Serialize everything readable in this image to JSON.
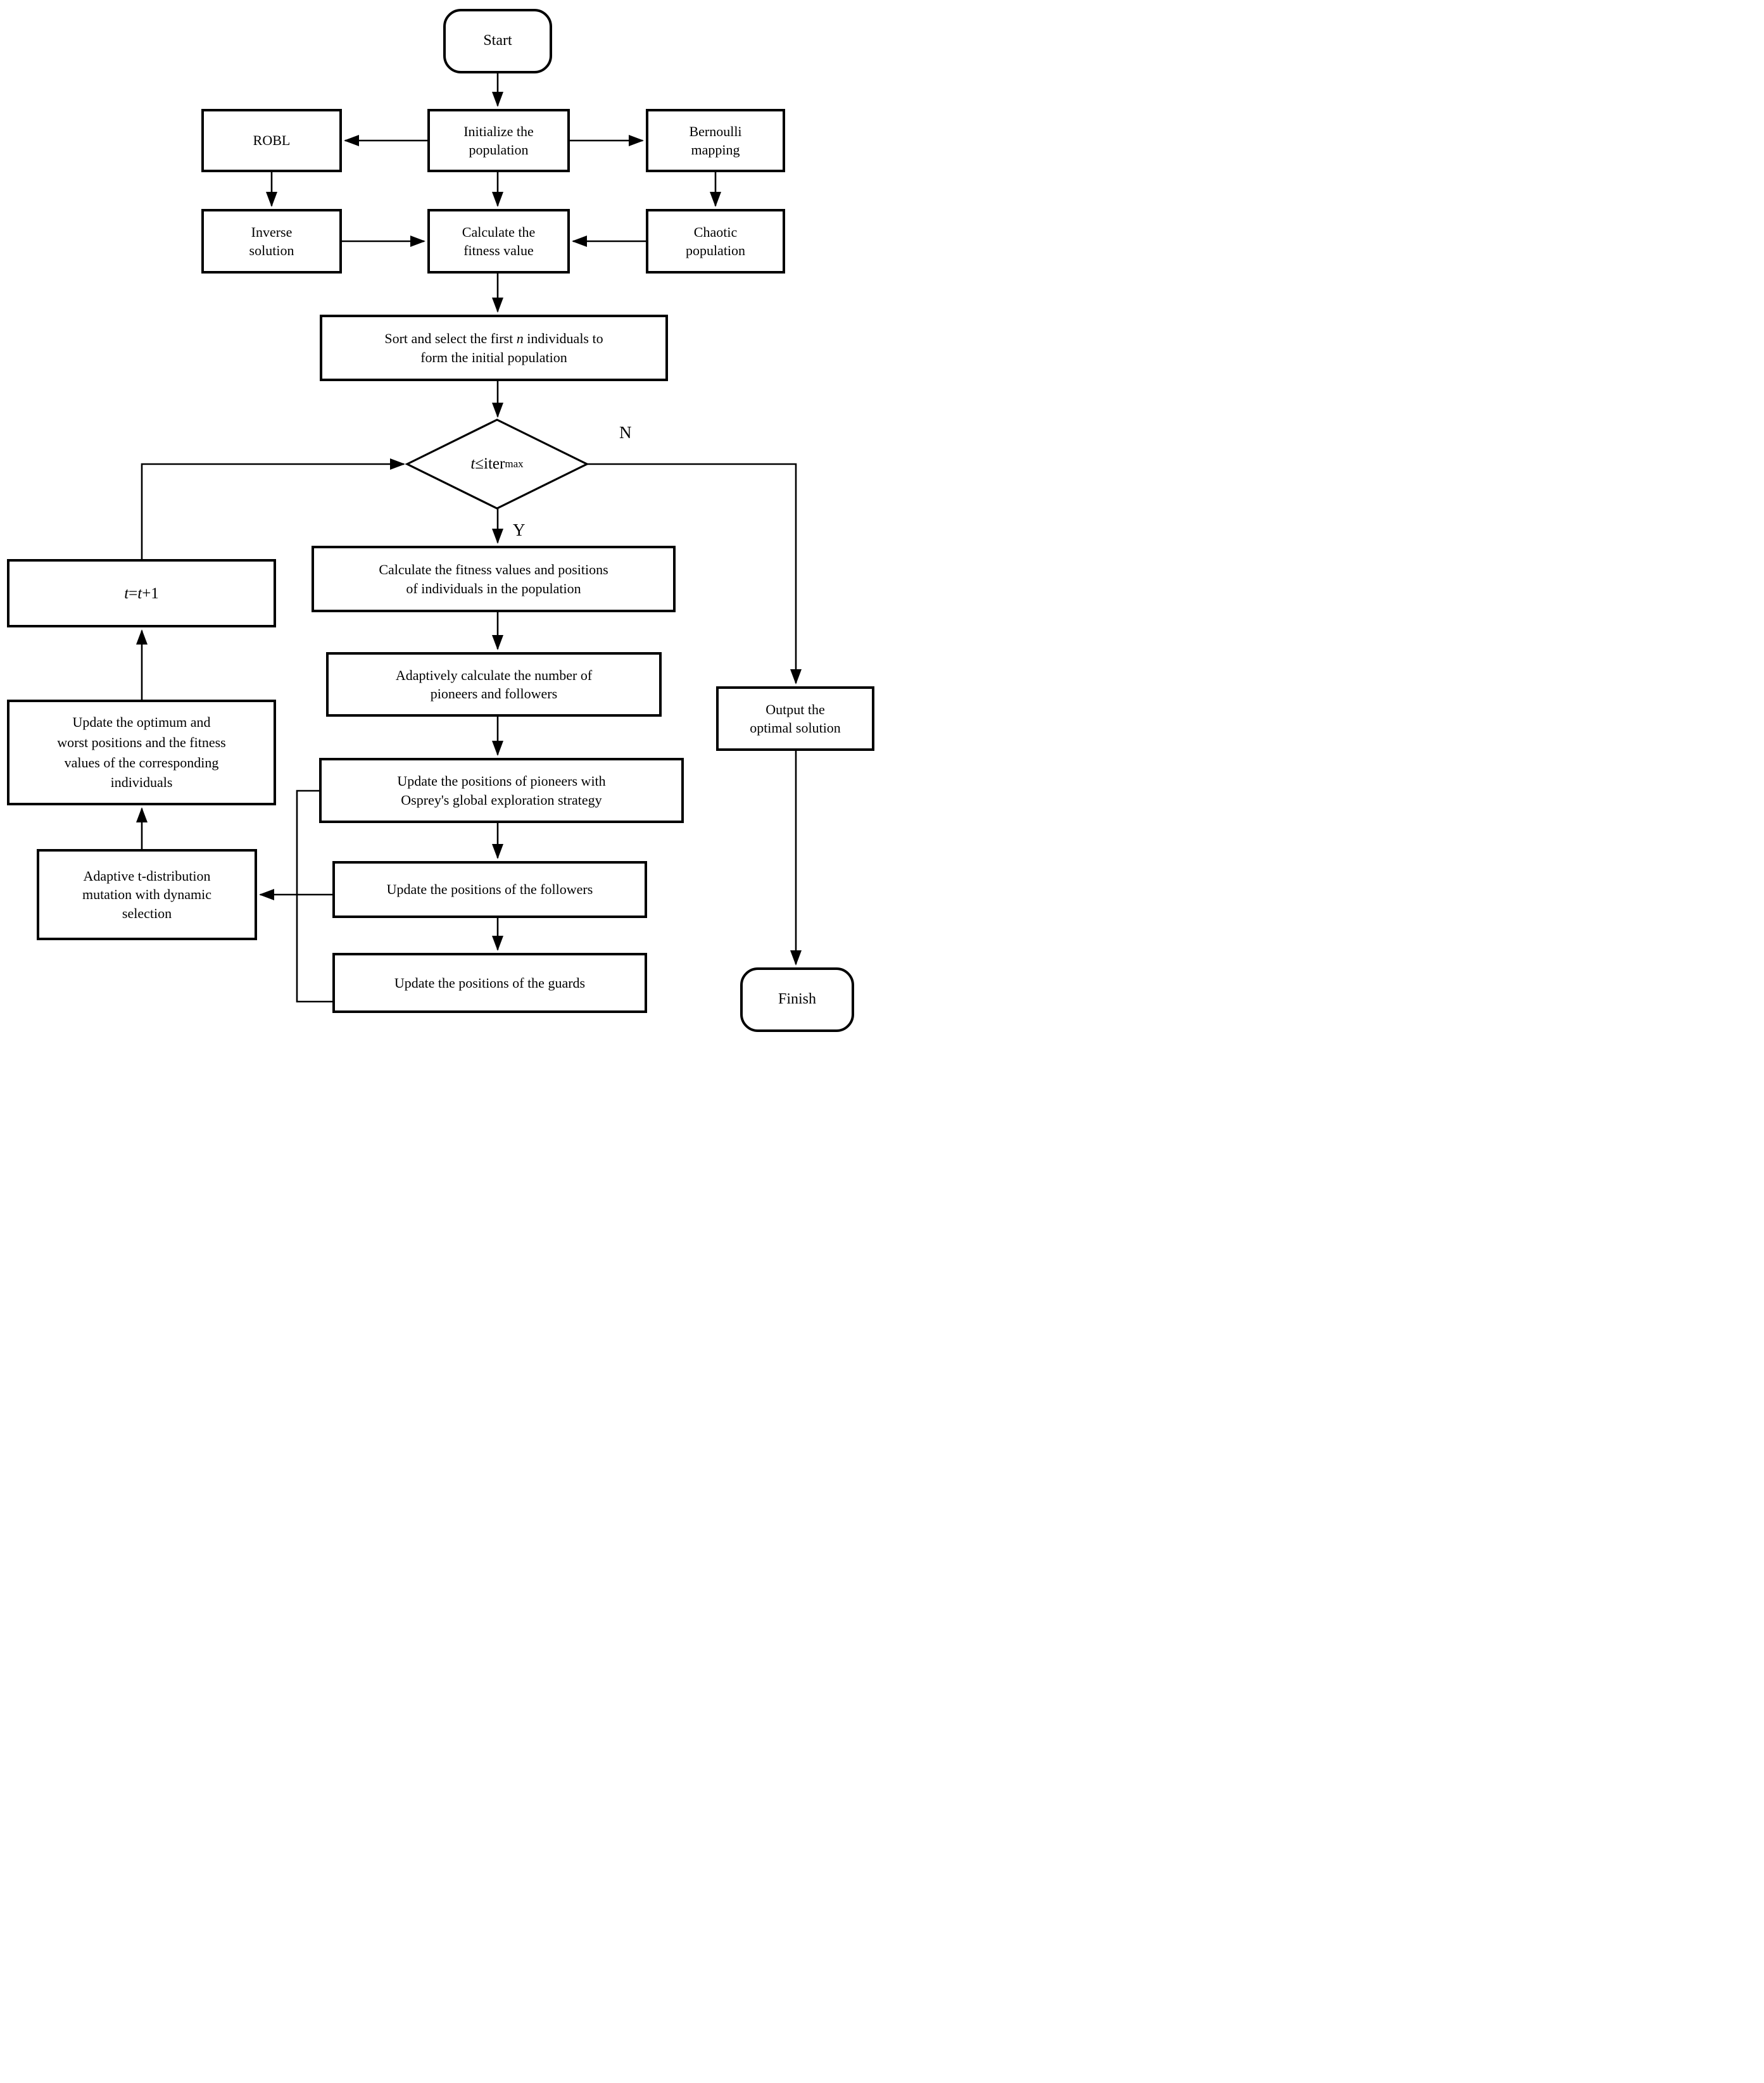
{
  "nodes": {
    "start": {
      "label": "Start"
    },
    "initialize": {
      "lines": [
        "Initialize the",
        "population"
      ]
    },
    "robl": {
      "label": "ROBL"
    },
    "bernoulli": {
      "lines": [
        "Bernoulli",
        "mapping"
      ]
    },
    "inverse": {
      "lines": [
        "Inverse",
        "solution"
      ]
    },
    "calc_fitness": {
      "lines": [
        "Calculate the",
        "fitness value"
      ]
    },
    "chaotic": {
      "lines": [
        "Chaotic",
        "population"
      ]
    },
    "sort": {
      "line1_parts": [
        "Sort and select the first ",
        "n",
        " individuals to"
      ],
      "line2": "form the initial population"
    },
    "decision": {
      "var": "t",
      "rel": "≤",
      "fn": "iter",
      "sub": "max"
    },
    "branch": {
      "no": "N",
      "yes": "Y"
    },
    "calc_fit_pos": {
      "lines": [
        "Calculate the fitness values and positions",
        "of individuals in the population"
      ]
    },
    "adaptive_calc": {
      "lines": [
        "Adaptively calculate the number of",
        "pioneers and followers"
      ]
    },
    "pioneers": {
      "lines": [
        "Update the positions of pioneers with",
        "Osprey's global exploration strategy"
      ]
    },
    "followers": {
      "label": "Update the positions of the followers"
    },
    "guards": {
      "label": "Update the positions of the guards"
    },
    "tplus": {
      "a": "t",
      "b": "=",
      "c": "t",
      "d": "+1"
    },
    "update_optimum": {
      "lines": [
        "Update the optimum and",
        "worst positions and the fitness",
        "values of the corresponding",
        "individuals"
      ]
    },
    "adaptive_mutation": {
      "lines": [
        "Adaptive t-distribution",
        "mutation with dynamic",
        "selection"
      ]
    },
    "output": {
      "lines": [
        "Output the",
        "optimal solution"
      ]
    },
    "finish": {
      "label": "Finish"
    }
  },
  "colors": {
    "line": "#000000",
    "background": "#ffffff",
    "node_fill": "#ffffff"
  }
}
